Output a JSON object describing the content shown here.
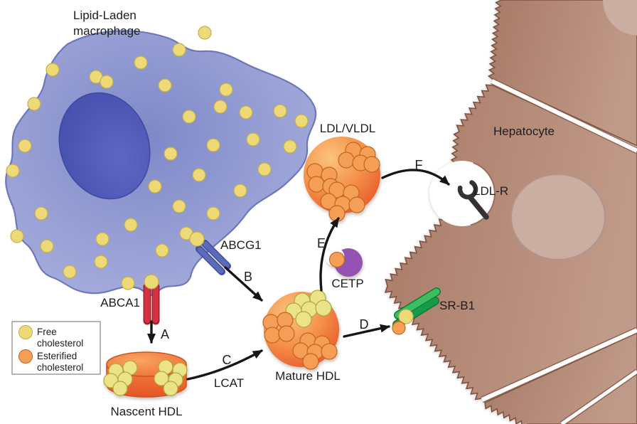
{
  "labels": {
    "macrophage_line1": "Lipid-Laden",
    "macrophage_line2": "macrophage",
    "hepatocyte": "Hepatocyte",
    "nascent_hdl": "Nascent HDL",
    "mature_hdl": "Mature HDL",
    "ldl_vldl": "LDL/VLDL",
    "abca1": "ABCA1",
    "abcg1": "ABCG1",
    "srb1": "SR-B1",
    "ldlr": "LDL-R",
    "lcat": "LCAT",
    "cetp": "CETP"
  },
  "steps": {
    "a": "A",
    "b": "B",
    "c": "C",
    "d": "D",
    "e": "E",
    "f": "F"
  },
  "legend": {
    "items": [
      {
        "name_line1": "Free",
        "name_line2": "cholesterol",
        "color": "#edd976"
      },
      {
        "name_line1": "Esterified",
        "name_line2": "cholesterol",
        "color": "#f59e56"
      }
    ]
  },
  "colors": {
    "macrophage_center": "#7e88c7",
    "macrophage_edge": "#a7aedd",
    "macrophage_stroke": "#6d77ba",
    "nucleus_light": "#5d68c4",
    "nucleus_dark": "#4650ac",
    "free_cholesterol": "#edd976",
    "free_cholesterol_stroke": "#c4ae4d",
    "esterified_cholesterol": "#f59e56",
    "esterified_stroke": "#c2661f",
    "particle_highlight": "#fbc47f",
    "particle_mid": "#f4924a",
    "particle_deep": "#e85328",
    "disc_top_light": "#f9a563",
    "disc_top_deep": "#ee6c31",
    "disc_side_top": "#f2823f",
    "disc_side_bottom": "#e55526",
    "disc_stroke": "#d0511f",
    "hepatocyte_deep": "#a87a67",
    "hepatocyte_light": "#c09a88",
    "hepatocyte_edge": "#7f5241",
    "hepatocyte_nucleus": "#c9aea1",
    "yellow_cluster": "#ebe388",
    "yellow_cluster_stroke": "#b3a63e",
    "abca1_red": "#d23340",
    "abca1_red_dark": "#a21f2e",
    "abcg1_blue": "#5d6abc",
    "abcg1_blue_dark": "#3f4c9e",
    "srb1_green_light": "#3cbd61",
    "srb1_green_dark": "#169a47",
    "srb1_outline": "#0e7a36",
    "cetp_purple": "#9452b2",
    "receptor_dark": "#343232",
    "arrow": "#161616",
    "legend_border": "#9e9e9e"
  }
}
